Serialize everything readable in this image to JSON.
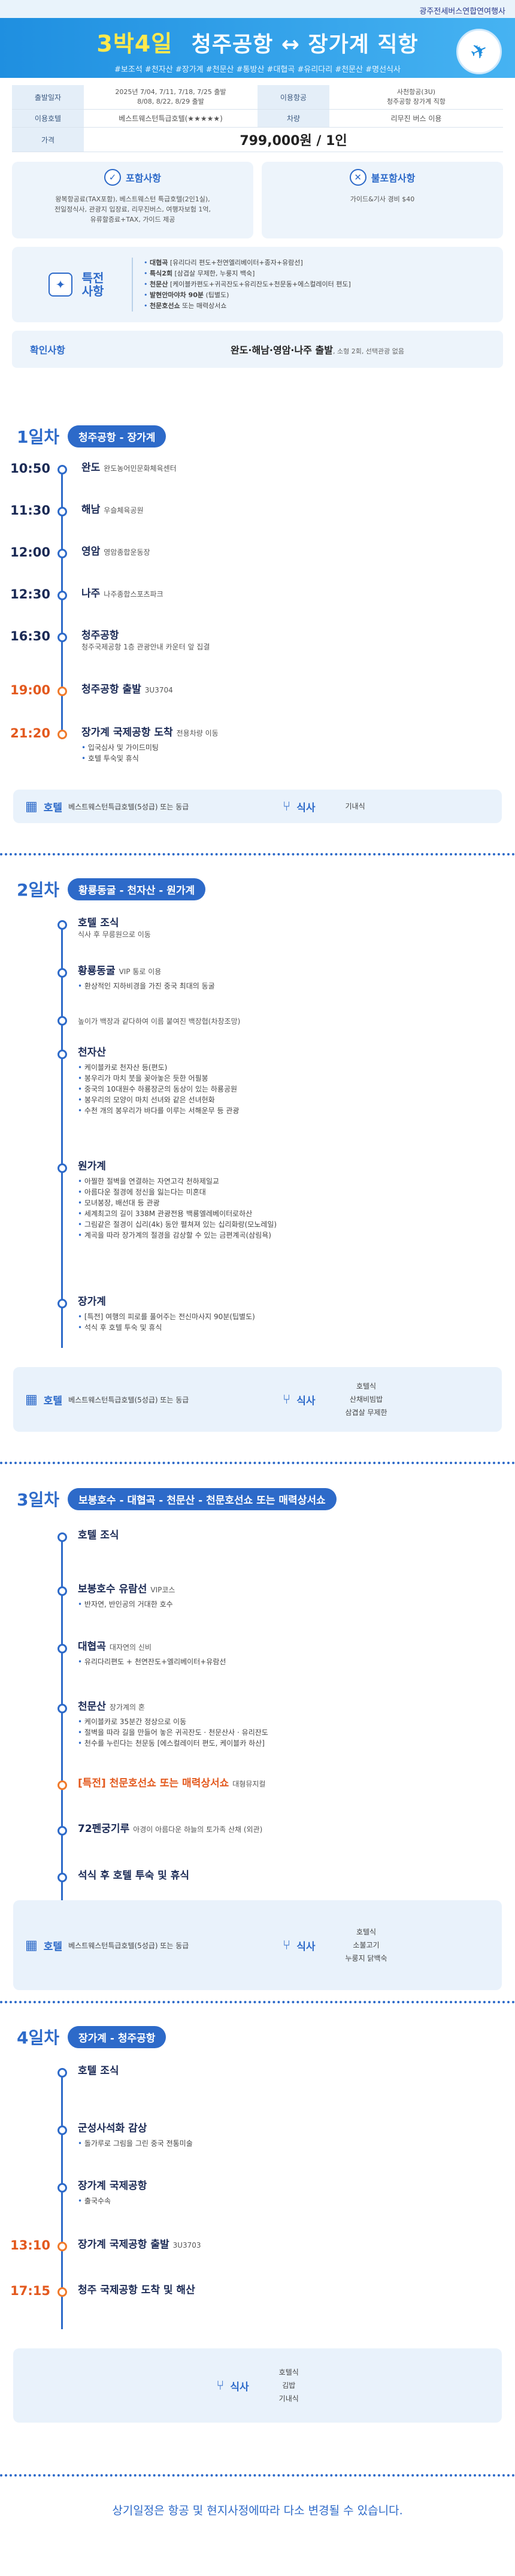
{
  "header": {
    "agency": "광주전세버스연합연여행사",
    "nights": "3박4일",
    "route": "청주공항 ↔ 장가계 직항",
    "tags": "#보조석 #천자산 #장가계 #천문산 #통방산 #대협곡 #유리다리 #천문산 #명선식사"
  },
  "info": {
    "rows": [
      {
        "label": "출발일자",
        "value": "2025년 7/04, 7/11, 7/18, 7/25 출발\n8/08, 8/22, 8/29 출발",
        "label2": "이용항공",
        "value2": "사천항공(3U)\n청주공항 장가계 직항"
      },
      {
        "label": "이용호텔",
        "value": "베스트웨스턴특급호텔(★★★★★)",
        "label2": "차량",
        "value2": "리무진 버스 이용"
      }
    ],
    "price_label": "가격",
    "price": "799,000원 / 1인"
  },
  "included": {
    "title": "포함사항",
    "body": "왕복항공료(TAX포함), 베스트웨스턴 특급호텔(2인1실),\n전일정식사, 관광지 입장료, 리무진버스, 여행자보험 1억,\n유류할증료+TAX, 가이드 제공"
  },
  "excluded": {
    "title": "불포함사항",
    "body": "가이드&기사 경비 $40"
  },
  "special": {
    "title": "특전\n사항",
    "items": [
      {
        "strong": "대협곡",
        "text": " [유리다리 편도+천연엘리베이터+종자+유람선]"
      },
      {
        "strong": "특식2회",
        "text": " [삼겹살 무제한, 누룽지 백숙]"
      },
      {
        "strong": "천문산",
        "text": " [케이블카편도+귀곡잔도+유리잔도+천문동+에스컬레이터 편도]"
      },
      {
        "strong": "발현안마야차 90분",
        "text": " (팁별도)"
      },
      {
        "strong": "천문호선쇼",
        "text": " 또는 매력상서쇼"
      }
    ]
  },
  "check": {
    "label": "확인사항",
    "value": "완도·해남·영암·나주 출발",
    "sub": ", 소형 2회, 선택관광 없음"
  },
  "day1": {
    "num": "1일차",
    "title": "청주공항 - 장가계",
    "items": [
      {
        "time": "10:50",
        "place": "완도",
        "desc": "완도농어민문화체육센터"
      },
      {
        "time": "11:30",
        "place": "해남",
        "desc": "우슬체육공원"
      },
      {
        "time": "12:00",
        "place": "영암",
        "desc": "영암종합운동장"
      },
      {
        "time": "12:30",
        "place": "나주",
        "desc": "나주종합스포츠파크"
      },
      {
        "time": "16:30",
        "place": "청주공항",
        "desc": "청주국제공항 1층 관광안내 카운터 앞 집결"
      },
      {
        "time": "19:00",
        "place": "청주공항 출발",
        "desc": "3U3704"
      },
      {
        "time": "21:20",
        "place": "장가계 국제공항 도착",
        "desc": "전용차량 이동",
        "subs": [
          "입국심사 및 가이드미팅",
          "호텔 투숙및 휴식"
        ]
      }
    ],
    "hotel_label": "호텔",
    "hotel": "베스트웨스턴특급호텔(5성급) 또는 동급",
    "meal_label": "식사",
    "meal": "기내식"
  },
  "day2": {
    "num": "2일차",
    "title": "황룡동굴 - 천자산 - 원가계",
    "items": [
      {
        "place": "호텔 조식",
        "desc": "식사 후 무릉원으로 이동"
      },
      {
        "place": "황룡동굴",
        "desc": "VIP 통로 이용",
        "subs": [
          "환상적인 지하비경을 가진 중국 최대의 동굴"
        ]
      },
      {
        "place": "",
        "desc": "높이가 백장과 같다하여 이름 붙여진 백장협(차창조망)"
      },
      {
        "place": "천자산",
        "desc": "",
        "subs": [
          "케이블카로 천자산 등(편도)",
          "봉우리가 마치 붓을 꽂아놓은 듯한 어필봉",
          "중국의 10대원수 하룡장군의 동상이 있는 하룡공원",
          "봉우리의 모양이 마치 선녀와 같은 선녀헌화",
          "수천 개의 봉우리가 바다를 이루는 서해운무 등 관광"
        ]
      },
      {
        "place": "원가계",
        "desc": "",
        "subs": [
          "아찔한 절벽을 연결하는 자연고각 천하제일교",
          "아름다운 절경에 정신을 잃는다는 미혼대",
          "모녀봉장, 배선대 등 관광",
          "세계최고의 길이 338M 관광전용 백룡엘레베이터로하산",
          "그림같은 절경이 십리(4k) 동안 펼쳐져 있는 십리화랑(모노레일)",
          "계곡을 따라 장가계의 절경을 감상할 수 있는 금편계곡(삼림욕)"
        ]
      },
      {
        "place": "장가계",
        "desc": "",
        "subs": [
          "[특전] 여행의 피로를 풀어주는 전신마사지 90분(팁별도)",
          "석식 후 호텔 투숙 및 휴식"
        ]
      }
    ],
    "hotel_label": "호텔",
    "hotel": "베스트웨스턴특급호텔(5성급) 또는 동급",
    "meal_label": "식사",
    "meals": [
      "호텔식",
      "산채비빔밥",
      "삼겹살 무제한"
    ]
  },
  "day3": {
    "num": "3일차",
    "title": "보봉호수 - 대협곡 - 천문산 - 천문호선쇼 또는 매력상서쇼",
    "items": [
      {
        "place": "호텔 조식",
        "desc": ""
      },
      {
        "place": "보봉호수 유람선",
        "desc": "VIP코스",
        "subs": [
          "반자연, 반인공의 거대한 호수"
        ]
      },
      {
        "place": "대협곡",
        "desc": "대자연의 신비",
        "subs": [
          "유리다리편도 + 천연잔도+엘리베이터+유람선"
        ]
      },
      {
        "place": "천문산",
        "desc": "장가계의 혼",
        "subs": [
          "케이블카로 35분간 정상으로 이동",
          "절벽을 따라 길을 만들어 놓은 귀곡잔도 · 천문산사 · 유리잔도",
          "천수를 누린다는 천문동 [에스컬레이터 편도, 케이블카 하산]"
        ]
      },
      {
        "place": "[특전] 천문호선쇼 또는 매력상서쇼",
        "desc": "대형뮤지컬",
        "orange": true
      },
      {
        "place": "72펜궁기루",
        "desc": "아경이 아름다운 하늘의 토가족 산채 (외관)"
      },
      {
        "place": "석식 후 호텔 투숙 및 휴식",
        "desc": ""
      }
    ],
    "hotel_label": "호텔",
    "hotel": "베스트웨스턴특급호텔(5성급) 또는 동급",
    "meal_label": "식사",
    "meals": [
      "호텔식",
      "소불고기",
      "누룽지 닭백숙"
    ]
  },
  "day4": {
    "num": "4일차",
    "title": "장가계 - 청주공항",
    "items": [
      {
        "time": "",
        "place": "호텔 조식",
        "desc": ""
      },
      {
        "time": "",
        "place": "군성사석화 감상",
        "desc": "",
        "subs": [
          "돌가루로 그림을 그린 중국 전통미술"
        ]
      },
      {
        "time": "",
        "place": "장가계 국제공항",
        "desc": "",
        "subs": [
          "출국수속"
        ]
      },
      {
        "time": "13:10",
        "place": "장가계 국제공항 출발",
        "desc": "3U3703"
      },
      {
        "time": "17:15",
        "place": "청주 국제공항 도착 및 해산",
        "desc": ""
      }
    ],
    "meal_label": "식사",
    "meals": [
      "호텔식",
      "김밥",
      "기내식"
    ]
  },
  "footer": "상기일정은 항공 및 현지사정에따라 다소 변경될 수 있습니다.",
  "colors": {
    "accent": "#2d6ac9",
    "warn": "#e3591e",
    "panel": "#edf4fb"
  }
}
